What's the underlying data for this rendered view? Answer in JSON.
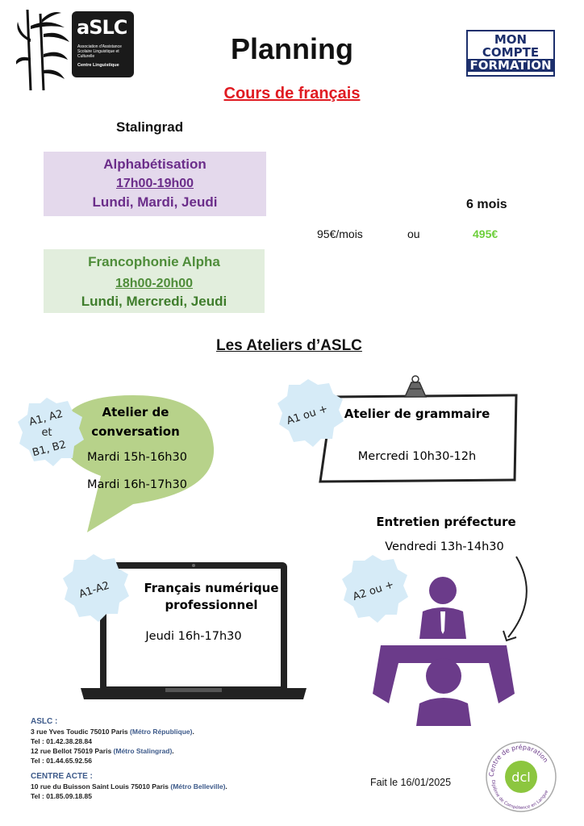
{
  "header": {
    "logo": {
      "name": "aSLC",
      "subtitle": "Association d'Assistance Scolaire Linguistique et Culturelle",
      "centre": "Centre Linguistique"
    },
    "title": "Planning",
    "mcf_logo": [
      "MON",
      "COMPTE",
      "FORMATION"
    ]
  },
  "subtitle": "Cours de français",
  "location": "Stalingrad",
  "courses": [
    {
      "name": "Alphabétisation",
      "time": "17h00-19h00",
      "days": "Lundi, Mardi, Jeudi",
      "color": "#6b2d8a",
      "bg": "#e4d9ec"
    },
    {
      "name": "Francophonie Alpha",
      "time": "18h00-20h00",
      "days": "Lundi, Mercredi, Jeudi",
      "color": "#4f8d3a",
      "bg": "#e2eedd"
    }
  ],
  "pricing": {
    "duration": "6 mois",
    "monthly": "95€/mois",
    "or": "ou",
    "total": "495€",
    "total_color": "#6dcf3b"
  },
  "ateliers_title": "Les Ateliers d’ASLC",
  "ateliers": {
    "conversation": {
      "level": [
        "A1, A2",
        "et",
        "B1, B2"
      ],
      "title": [
        "Atelier de",
        "conversation"
      ],
      "times": [
        "Mardi 15h-16h30",
        "Mardi 16h-17h30"
      ]
    },
    "grammaire": {
      "level": "A1 ou +",
      "title": "Atelier de grammaire",
      "time": "Mercredi 10h30-12h"
    },
    "numerique": {
      "level": "A1-A2",
      "title": [
        "Français numérique",
        "professionnel"
      ],
      "time": "Jeudi 16h-17h30"
    },
    "prefecture": {
      "level": "A2 ou +",
      "title": "Entretien préfecture",
      "time": "Vendredi 13h-14h30"
    }
  },
  "colors": {
    "badge": "#d6ebf7",
    "bubble": "#b7d28a",
    "purple": "#6b3b8a"
  },
  "footer": {
    "aslc_heading": "ASLC :",
    "addr1": "3 rue Yves Toudic 75010 Paris",
    "metro1": "(Métro République)",
    "tel1": "Tel : 01.42.38.28.84",
    "addr2": "12 rue Bellot 75019 Paris",
    "metro2": "(Métro Stalingrad)",
    "tel2": "Tel : 01.44.65.92.56",
    "acte_heading": "CENTRE ACTE :",
    "addr3": "10 rue du Buisson Saint Louis 75010 Paris",
    "metro3": "(Métro Belleville)",
    "tel3": "Tel : 01.85.09.18.85"
  },
  "date": "Fait le 16/01/2025",
  "dcl_logo": {
    "text": "dcl",
    "ring_top": "Centre de préparation",
    "ring_bottom": "Diplôme de Compétence en Langue"
  }
}
